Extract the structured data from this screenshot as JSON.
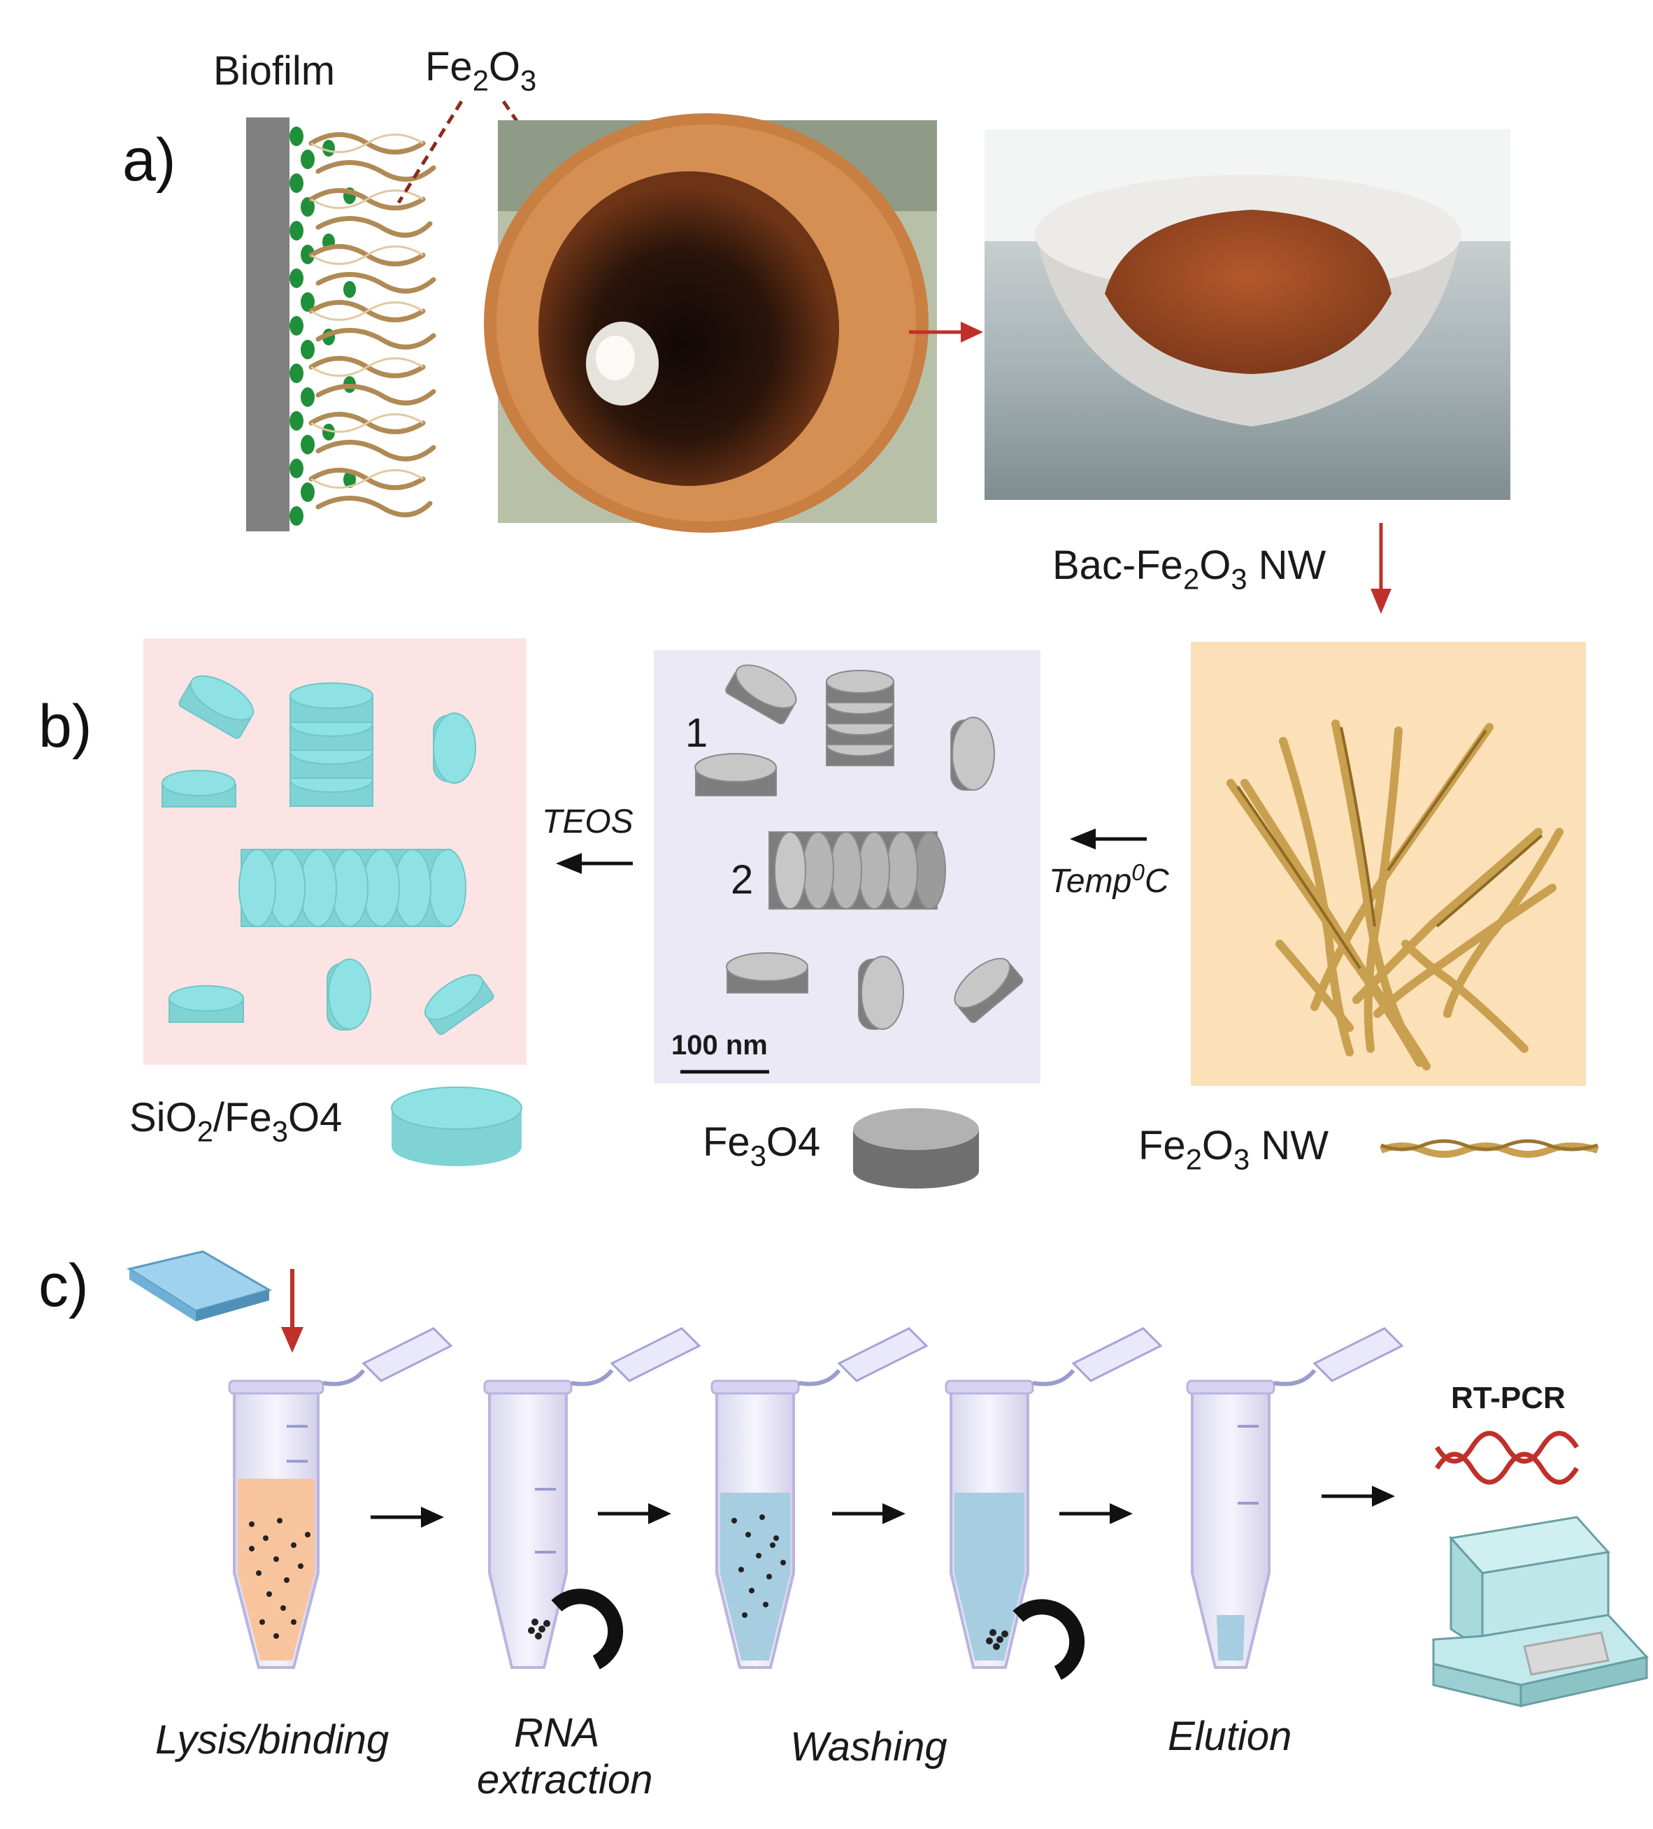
{
  "panel_a": {
    "letter": "a)",
    "biofilm_label": "Biofilm",
    "oxide_label_base": "Fe",
    "oxide_label_sub1": "2",
    "oxide_label_mid": "O",
    "oxide_label_sub2": "3"
  },
  "arrow_label_nw": {
    "prefix": "Bac-Fe",
    "sub1": "2",
    "mid": "O",
    "sub2": "3",
    "suffix": " NW"
  },
  "panel_b": {
    "letter": "b)",
    "teos_label": "TEOS",
    "temp_label_base": "Temp",
    "temp_label_sup": "0",
    "temp_label_unit": "C",
    "stack_label_1": "1",
    "stack_label_2": "2",
    "scalebar_label": "100 nm",
    "sio2_label": {
      "a": "SiO",
      "s1": "2",
      "b": "/Fe",
      "s2": "3",
      "c": "O4"
    },
    "fe3o4_label": {
      "a": "Fe",
      "s1": "3",
      "b": "O4"
    },
    "fe2o3_label": {
      "a": "Fe",
      "s1": "2",
      "b": "O",
      "s2": "3",
      "c": " NW"
    }
  },
  "panel_c": {
    "letter": "c)",
    "rtpcr_label": "RT-PCR",
    "steps": [
      "Lysis/binding",
      "RNA",
      "extraction",
      "Washing",
      "Elution"
    ]
  },
  "colors": {
    "accent_red": "#c0302a",
    "rust": "#c8844a",
    "pink_panel": "#fde4e4",
    "lavender_panel": "#ece9f7",
    "peach_panel": "#fbe0b8",
    "cyan_disc": "#8fe2e3",
    "gray_disc": "#a9a9a9"
  }
}
